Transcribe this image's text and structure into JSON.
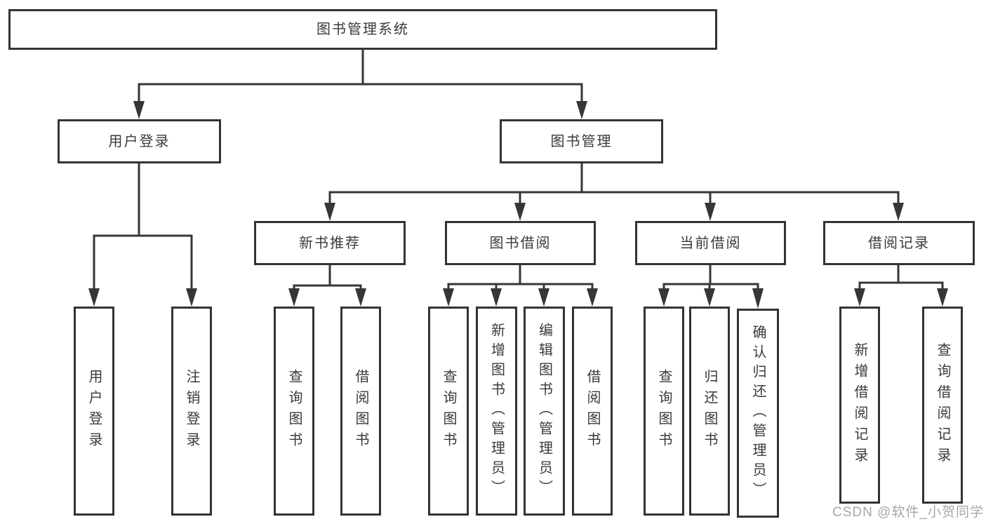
{
  "tree": {
    "root": "图书管理系统",
    "level2": [
      {
        "label": "用户登录",
        "children": [
          "用户登录",
          "注销登录"
        ]
      },
      {
        "label": "图书管理",
        "children": [
          {
            "label": "新书推荐",
            "children": [
              "查询图书",
              "借阅图书"
            ]
          },
          {
            "label": "图书借阅",
            "children": [
              "查询图书",
              "新增图书（管理员）",
              "编辑图书（管理员）",
              "借阅图书"
            ]
          },
          {
            "label": "当前借阅",
            "children": [
              "查询图书",
              "归还图书",
              "确认归还（管理员）"
            ]
          },
          {
            "label": "借阅记录",
            "children": [
              "新增借阅记录",
              "查询借阅记录"
            ]
          }
        ]
      }
    ]
  },
  "watermark": {
    "text": "CSDN @软件_小贺同学"
  },
  "colors": {
    "line": "#363636",
    "box_border": "#333333",
    "text": "#3a3a3a",
    "background": "#ffffff",
    "watermark": "#a6a6a6"
  }
}
